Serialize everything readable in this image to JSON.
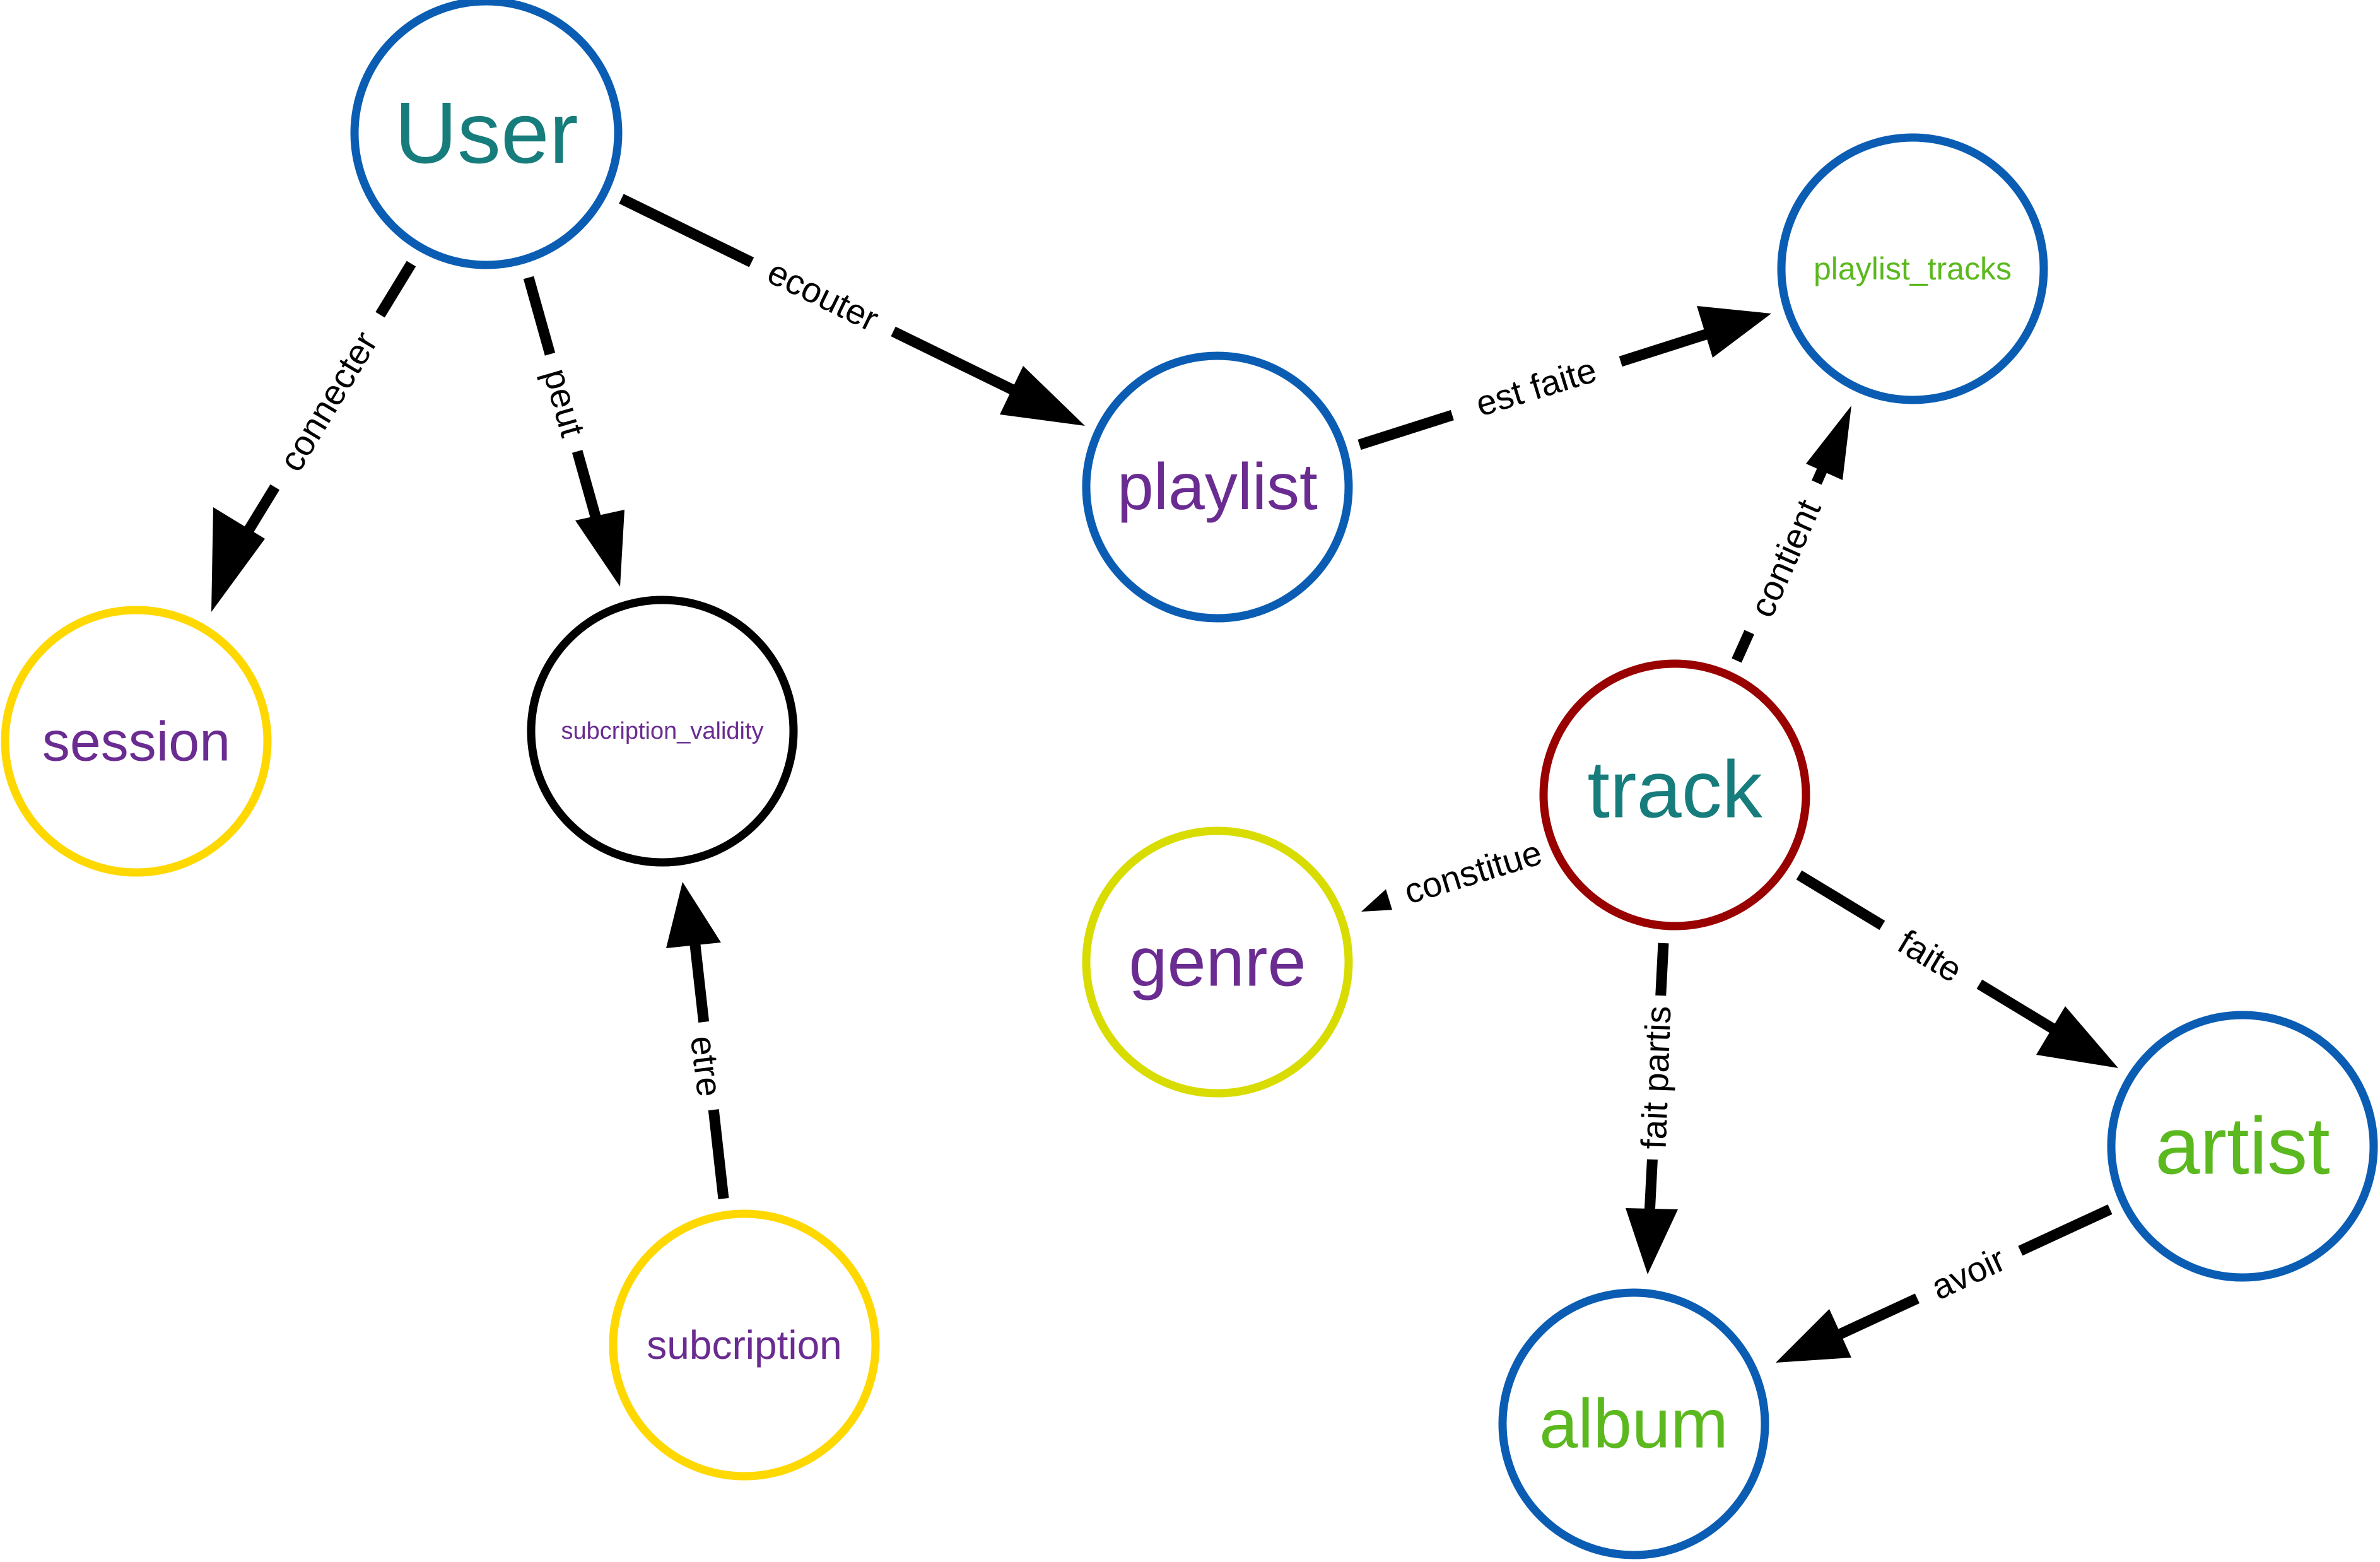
{
  "nodes": {
    "user": {
      "label": "User",
      "border": "#0a5db3",
      "text_color": "#177c7c"
    },
    "session": {
      "label": "session",
      "border": "#ffd800",
      "text_color": "#6a2c91"
    },
    "subscription_validity": {
      "label": "subcription_validity",
      "border": "#000000",
      "text_color": "#6a2c91"
    },
    "subscription": {
      "label": "subcription",
      "border": "#ffd800",
      "text_color": "#6a2c91"
    },
    "playlist": {
      "label": "playlist",
      "border": "#0a5db3",
      "text_color": "#6a2c91"
    },
    "playlist_tracks": {
      "label": "playlist_tracks",
      "border": "#0a5db3",
      "text_color": "#5bb81e"
    },
    "track": {
      "label": "track",
      "border": "#990000",
      "text_color": "#177c7c"
    },
    "genre": {
      "label": "genre",
      "border": "#d8dc00",
      "text_color": "#6a2c91"
    },
    "artist": {
      "label": "artist",
      "border": "#0a5db3",
      "text_color": "#5bb81e"
    },
    "album": {
      "label": "album",
      "border": "#0a5db3",
      "text_color": "#5bb81e"
    }
  },
  "edges": {
    "user_session": {
      "label": "connecter",
      "from": "User",
      "to": "session"
    },
    "user_validity": {
      "label": "peut",
      "from": "User",
      "to": "subcription_validity"
    },
    "user_playlist": {
      "label": "ecouter",
      "from": "User",
      "to": "playlist"
    },
    "subscription_validity": {
      "label": "etre",
      "from": "subcription",
      "to": "subcription_validity"
    },
    "playlist_tracks": {
      "label": "est faite",
      "from": "playlist",
      "to": "playlist_tracks"
    },
    "track_playlist_tracks": {
      "label": "contient",
      "from": "track",
      "to": "playlist_tracks"
    },
    "track_genre": {
      "label": "constitue",
      "from": "track",
      "to": "genre"
    },
    "track_artist": {
      "label": "faite",
      "from": "track",
      "to": "artist"
    },
    "track_album": {
      "label": "fait partis",
      "from": "track",
      "to": "album"
    },
    "artist_album": {
      "label": "avoir",
      "from": "artist",
      "to": "album"
    }
  }
}
